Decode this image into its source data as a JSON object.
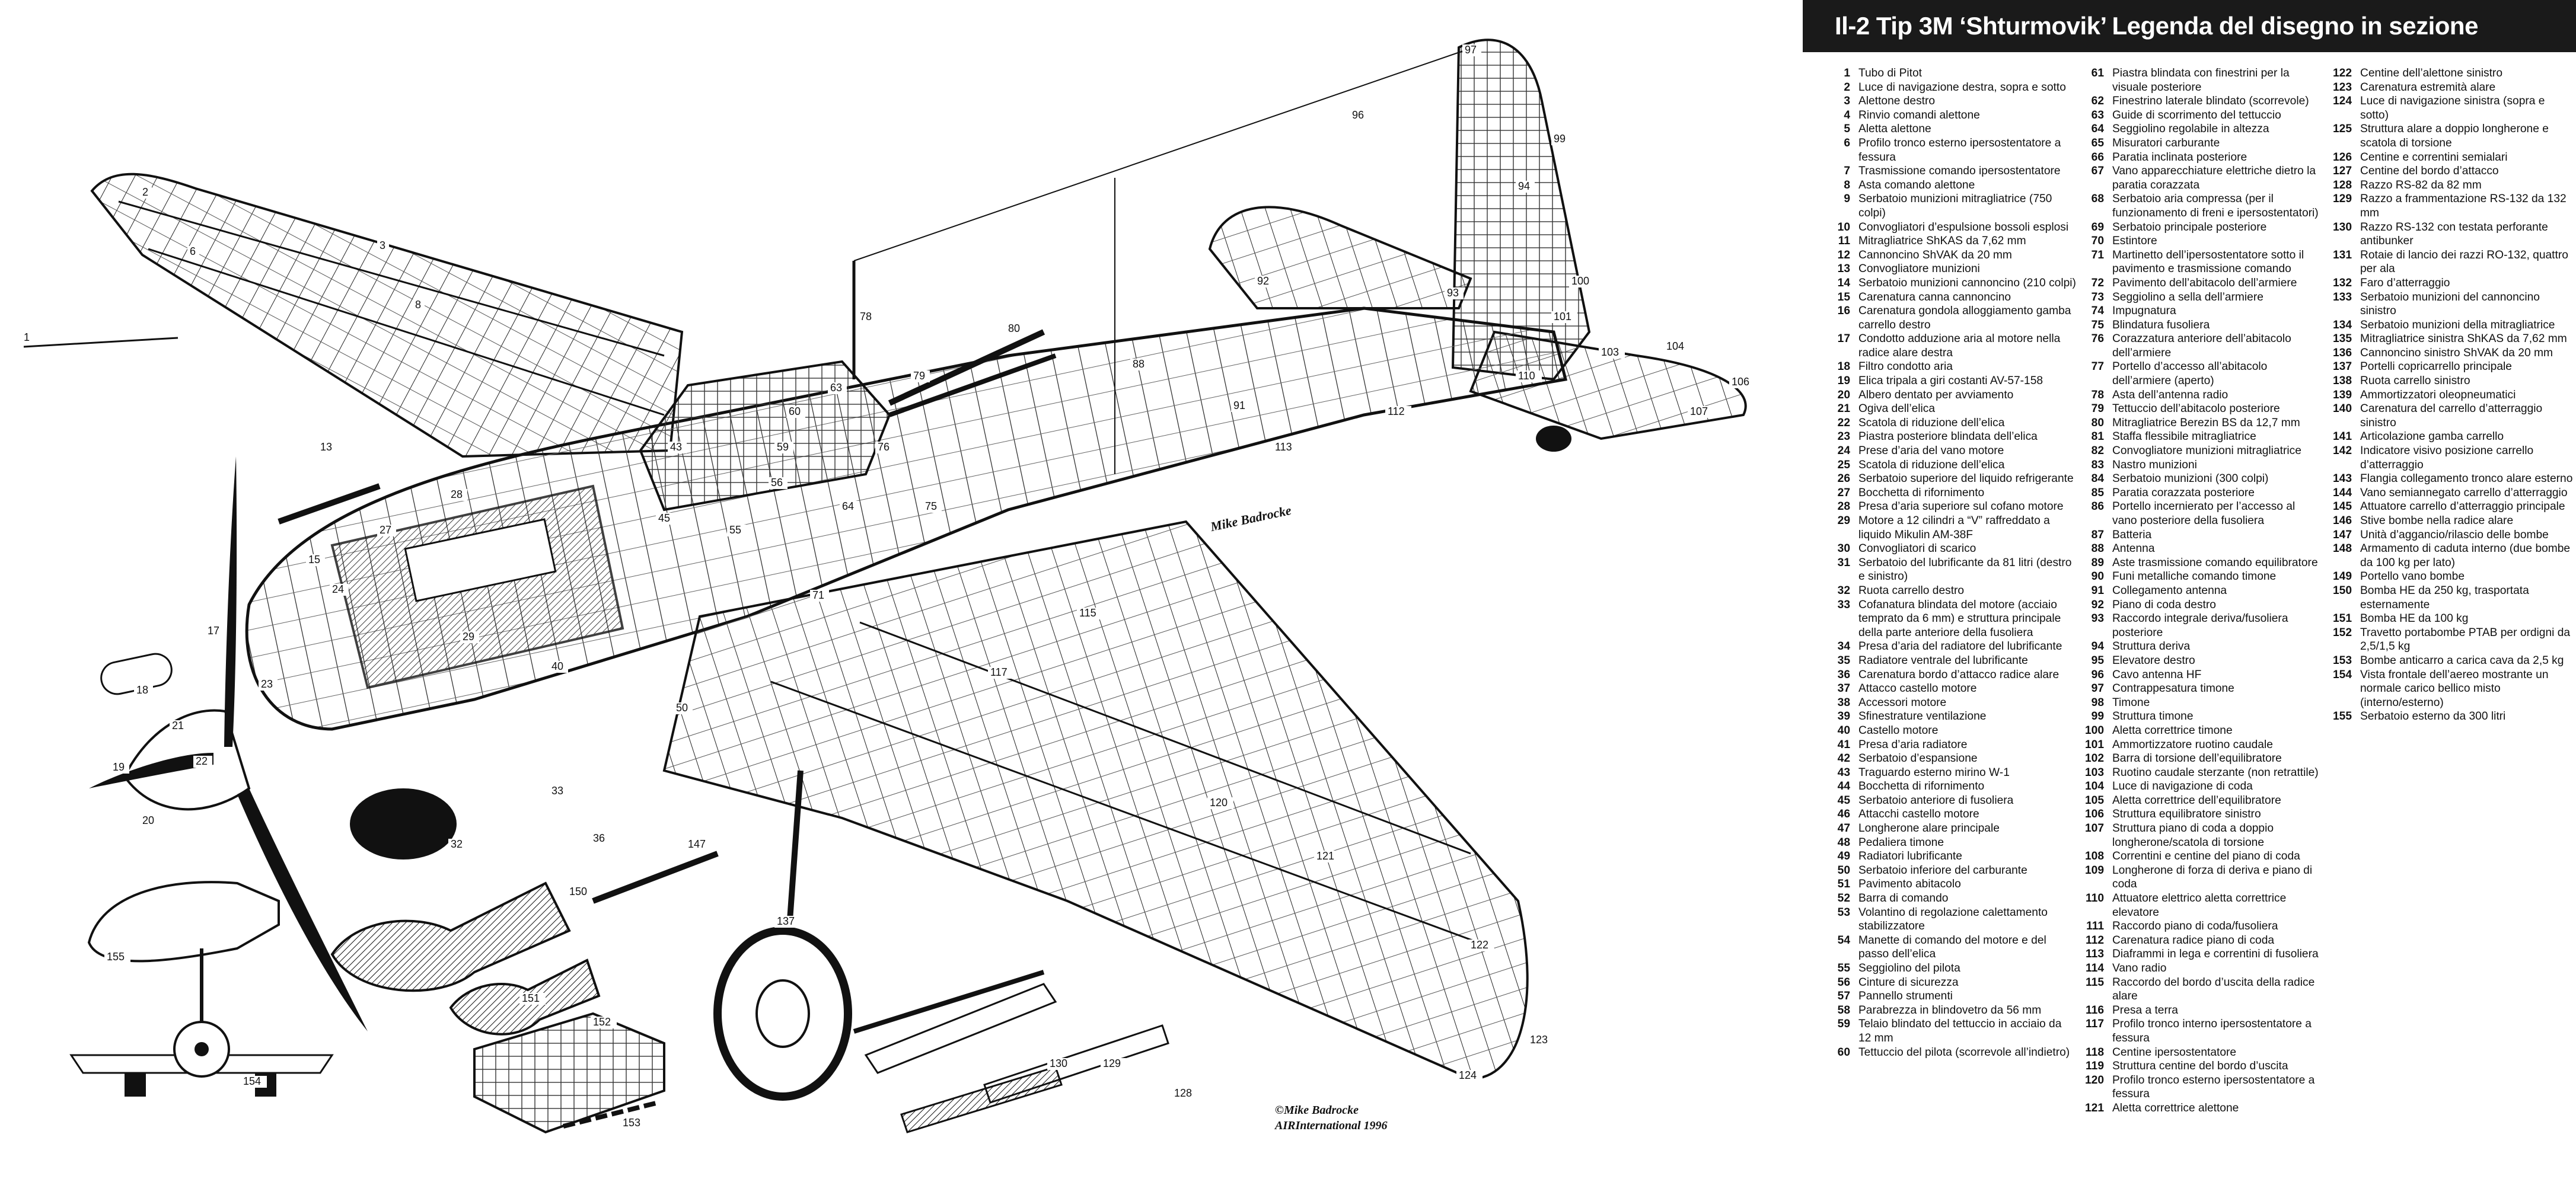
{
  "legend": {
    "title": "Il-2 Tip 3M ‘Shturmovik’ Legenda del disegno in sezione",
    "columns": [
      [
        {
          "n": "1",
          "t": "Tubo di Pitot"
        },
        {
          "n": "2",
          "t": "Luce di navigazione destra, sopra e sotto"
        },
        {
          "n": "3",
          "t": "Alettone destro"
        },
        {
          "n": "4",
          "t": "Rinvio comandi alettone"
        },
        {
          "n": "5",
          "t": "Aletta alettone"
        },
        {
          "n": "6",
          "t": "Profilo tronco esterno ipersostentatore a fessura"
        },
        {
          "n": "7",
          "t": "Trasmissione comando ipersostentatore"
        },
        {
          "n": "8",
          "t": "Asta comando alettone"
        },
        {
          "n": "9",
          "t": "Serbatoio munizioni mitragliatrice (750 colpi)"
        },
        {
          "n": "10",
          "t": "Convogliatori d’espulsione bossoli esplosi"
        },
        {
          "n": "11",
          "t": "Mitragliatrice ShKAS da 7,62 mm"
        },
        {
          "n": "12",
          "t": "Cannoncino ShVAK da 20 mm"
        },
        {
          "n": "13",
          "t": "Convogliatore munizioni"
        },
        {
          "n": "14",
          "t": "Serbatoio munizioni cannoncino (210 colpi)"
        },
        {
          "n": "15",
          "t": "Carenatura canna cannoncino"
        },
        {
          "n": "16",
          "t": "Carenatura gondola alloggiamento gamba carrello destro"
        },
        {
          "n": "17",
          "t": "Condotto adduzione aria al motore nella radice alare destra"
        },
        {
          "n": "18",
          "t": "Filtro condotto aria"
        },
        {
          "n": "19",
          "t": "Elica tripala a giri costanti AV-57-158"
        },
        {
          "n": "20",
          "t": "Albero dentato per avviamento"
        },
        {
          "n": "21",
          "t": "Ogiva dell’elica"
        },
        {
          "n": "22",
          "t": "Scatola di riduzione dell’elica"
        },
        {
          "n": "23",
          "t": "Piastra posteriore blindata dell’elica"
        },
        {
          "n": "24",
          "t": "Prese d’aria del vano motore"
        },
        {
          "n": "25",
          "t": "Scatola di riduzione dell’elica"
        },
        {
          "n": "26",
          "t": "Serbatoio superiore del liquido refrigerante"
        },
        {
          "n": "27",
          "t": "Bocchetta di rifornimento"
        },
        {
          "n": "28",
          "t": "Presa d’aria superiore sul cofano motore"
        },
        {
          "n": "29",
          "t": "Motore a 12 cilindri a “V” raffreddato a liquido Mikulin AM-38F"
        },
        {
          "n": "30",
          "t": "Convogliatori di scarico"
        },
        {
          "n": "31",
          "t": "Serbatoio del lubrificante da 81 litri (destro e sinistro)"
        },
        {
          "n": "32",
          "t": "Ruota carrello destro"
        },
        {
          "n": "33",
          "t": "Cofanatura blindata del motore (acciaio temprato da 6 mm) e struttura principale della parte anteriore della fusoliera"
        },
        {
          "n": "34",
          "t": "Presa d’aria del radiatore del lubrificante"
        },
        {
          "n": "35",
          "t": "Radiatore ventrale del lubrificante"
        },
        {
          "n": "36",
          "t": "Carenatura bordo d’attacco radice alare"
        },
        {
          "n": "37",
          "t": "Attacco castello motore"
        },
        {
          "n": "38",
          "t": "Accessori motore"
        },
        {
          "n": "39",
          "t": "Sfinestrature ventilazione"
        },
        {
          "n": "40",
          "t": "Castello motore"
        },
        {
          "n": "41",
          "t": "Presa d’aria radiatore"
        },
        {
          "n": "42",
          "t": "Serbatoio d’espansione"
        },
        {
          "n": "43",
          "t": "Traguardo esterno mirino W-1"
        },
        {
          "n": "44",
          "t": "Bocchetta di rifornimento"
        },
        {
          "n": "45",
          "t": "Serbatoio anteriore di fusoliera"
        },
        {
          "n": "46",
          "t": "Attacchi castello motore"
        },
        {
          "n": "47",
          "t": "Longherone alare principale"
        },
        {
          "n": "48",
          "t": "Pedaliera timone"
        },
        {
          "n": "49",
          "t": "Radiatori lubrificante"
        },
        {
          "n": "50",
          "t": "Serbatoio inferiore del carburante"
        },
        {
          "n": "51",
          "t": "Pavimento abitacolo"
        },
        {
          "n": "52",
          "t": "Barra di comando"
        },
        {
          "n": "53",
          "t": "Volantino di regolazione calettamento stabilizzatore"
        },
        {
          "n": "54",
          "t": "Manette di comando del motore e del passo dell’elica"
        },
        {
          "n": "55",
          "t": "Seggiolino del pilota"
        },
        {
          "n": "56",
          "t": "Cinture di sicurezza"
        },
        {
          "n": "57",
          "t": "Pannello strumenti"
        },
        {
          "n": "58",
          "t": "Parabrezza in blindovetro da 56 mm"
        },
        {
          "n": "59",
          "t": "Telaio blindato del tettuccio in acciaio da 12 mm"
        },
        {
          "n": "60",
          "t": "Tettuccio del pilota (scorrevole all’indietro)"
        }
      ],
      [
        {
          "n": "61",
          "t": "Piastra blindata con finestrini per la visuale posteriore"
        },
        {
          "n": "62",
          "t": "Finestrino laterale blindato (scorrevole)"
        },
        {
          "n": "63",
          "t": "Guide di scorrimento del tettuccio"
        },
        {
          "n": "64",
          "t": "Seggiolino regolabile in altezza"
        },
        {
          "n": "65",
          "t": "Misuratori carburante"
        },
        {
          "n": "66",
          "t": "Paratia inclinata posteriore"
        },
        {
          "n": "67",
          "t": "Vano apparecchiature elettriche dietro la paratia corazzata"
        },
        {
          "n": "68",
          "t": "Serbatoio aria compressa (per il funzionamento di freni e ipersostentatori)"
        },
        {
          "n": "69",
          "t": "Serbatoio principale posteriore"
        },
        {
          "n": "70",
          "t": "Estintore"
        },
        {
          "n": "71",
          "t": "Martinetto dell’ipersostentatore sotto il pavimento e trasmissione comando"
        },
        {
          "n": "72",
          "t": "Pavimento dell’abitacolo dell’armiere"
        },
        {
          "n": "73",
          "t": "Seggiolino a sella dell’armiere"
        },
        {
          "n": "74",
          "t": "Impugnatura"
        },
        {
          "n": "75",
          "t": "Blindatura fusoliera"
        },
        {
          "n": "76",
          "t": "Corazzatura anteriore dell’abitacolo dell’armiere"
        },
        {
          "n": "77",
          "t": "Portello d’accesso all’abitacolo dell’armiere (aperto)"
        },
        {
          "n": "78",
          "t": "Asta dell’antenna radio"
        },
        {
          "n": "79",
          "t": "Tettuccio dell’abitacolo posteriore"
        },
        {
          "n": "80",
          "t": "Mitragliatrice Berezin BS da 12,7 mm"
        },
        {
          "n": "81",
          "t": "Staffa flessibile mitragliatrice"
        },
        {
          "n": "82",
          "t": "Convogliatore munizioni mitragliatrice"
        },
        {
          "n": "83",
          "t": "Nastro munizioni"
        },
        {
          "n": "84",
          "t": "Serbatoio munizioni (300 colpi)"
        },
        {
          "n": "85",
          "t": "Paratia corazzata posteriore"
        },
        {
          "n": "86",
          "t": "Portello incernierato per l’accesso al vano posteriore della fusoliera"
        },
        {
          "n": "87",
          "t": "Batteria"
        },
        {
          "n": "88",
          "t": "Antenna"
        },
        {
          "n": "89",
          "t": "Aste trasmissione comando equilibratore"
        },
        {
          "n": "90",
          "t": "Funi metalliche comando timone"
        },
        {
          "n": "91",
          "t": "Collegamento antenna"
        },
        {
          "n": "92",
          "t": "Piano di coda destro"
        },
        {
          "n": "93",
          "t": "Raccordo integrale deriva/fusoliera posteriore"
        },
        {
          "n": "94",
          "t": "Struttura deriva"
        },
        {
          "n": "95",
          "t": "Elevatore destro"
        },
        {
          "n": "96",
          "t": "Cavo antenna HF"
        },
        {
          "n": "97",
          "t": "Contrappesatura timone"
        },
        {
          "n": "98",
          "t": "Timone"
        },
        {
          "n": "99",
          "t": "Struttura timone"
        },
        {
          "n": "100",
          "t": "Aletta correttrice timone"
        },
        {
          "n": "101",
          "t": "Ammortizzatore ruotino caudale"
        },
        {
          "n": "102",
          "t": "Barra di torsione dell’equilibratore"
        },
        {
          "n": "103",
          "t": "Ruotino caudale sterzante (non retrattile)"
        },
        {
          "n": "104",
          "t": "Luce di navigazione di coda"
        },
        {
          "n": "105",
          "t": "Aletta correttrice dell’equilibratore"
        },
        {
          "n": "106",
          "t": "Struttura equilibratore sinistro"
        },
        {
          "n": "107",
          "t": "Struttura piano di coda a doppio longherone/scatola di torsione"
        },
        {
          "n": "108",
          "t": "Correntini e centine del piano di coda"
        },
        {
          "n": "109",
          "t": "Longherone di forza di deriva e piano di coda"
        },
        {
          "n": "110",
          "t": "Attuatore elettrico aletta correttrice elevatore"
        },
        {
          "n": "111",
          "t": "Raccordo piano di coda/fusoliera"
        },
        {
          "n": "112",
          "t": "Carenatura radice piano di coda"
        },
        {
          "n": "113",
          "t": "Diaframmi in lega e correntini di fusoliera"
        },
        {
          "n": "114",
          "t": "Vano radio"
        },
        {
          "n": "115",
          "t": "Raccordo del bordo d’uscita della radice alare"
        },
        {
          "n": "116",
          "t": "Presa a terra"
        },
        {
          "n": "117",
          "t": "Profilo tronco interno ipersostentatore a fessura"
        },
        {
          "n": "118",
          "t": "Centine ipersostentatore"
        },
        {
          "n": "119",
          "t": "Struttura centine del bordo d’uscita"
        },
        {
          "n": "120",
          "t": "Profilo tronco esterno ipersostentatore a fessura"
        },
        {
          "n": "121",
          "t": "Aletta correttrice alettone"
        }
      ],
      [
        {
          "n": "122",
          "t": "Centine dell’alettone sinistro"
        },
        {
          "n": "123",
          "t": "Carenatura estremità alare"
        },
        {
          "n": "124",
          "t": "Luce di navigazione sinistra (sopra e sotto)"
        },
        {
          "n": "125",
          "t": "Struttura alare a doppio longherone e scatola di torsione"
        },
        {
          "n": "126",
          "t": "Centine e correntini semialari"
        },
        {
          "n": "127",
          "t": "Centine del bordo d’attacco"
        },
        {
          "n": "128",
          "t": "Razzo RS-82 da 82 mm"
        },
        {
          "n": "129",
          "t": "Razzo a frammentazione RS-132 da 132 mm"
        },
        {
          "n": "130",
          "t": "Razzo RS-132 con testata perforante antibunker"
        },
        {
          "n": "131",
          "t": "Rotaie di lancio dei razzi RO-132, quattro per ala"
        },
        {
          "n": "132",
          "t": "Faro d’atterraggio"
        },
        {
          "n": "133",
          "t": "Serbatoio munizioni del cannoncino sinistro"
        },
        {
          "n": "134",
          "t": "Serbatoio munizioni della mitragliatrice"
        },
        {
          "n": "135",
          "t": "Mitragliatrice sinistra ShKAS da 7,62 mm"
        },
        {
          "n": "136",
          "t": "Cannoncino sinistro ShVAK da 20 mm"
        },
        {
          "n": "137",
          "t": "Portelli copricarrello principale"
        },
        {
          "n": "138",
          "t": "Ruota carrello sinistro"
        },
        {
          "n": "139",
          "t": "Ammortizzatori oleopneumatici"
        },
        {
          "n": "140",
          "t": "Carenatura del carrello d’atterraggio sinistro"
        },
        {
          "n": "141",
          "t": "Articolazione gamba carrello"
        },
        {
          "n": "142",
          "t": "Indicatore visivo posizione carrello d’atterraggio"
        },
        {
          "n": "143",
          "t": "Flangia collegamento tronco alare esterno"
        },
        {
          "n": "144",
          "t": "Vano semiannegato carrello d’atterraggio"
        },
        {
          "n": "145",
          "t": "Attuatore carrello d’atterraggio principale"
        },
        {
          "n": "146",
          "t": "Stive bombe nella radice alare"
        },
        {
          "n": "147",
          "t": "Unità d’aggancio/rilascio delle bombe"
        },
        {
          "n": "148",
          "t": "Armamento di caduta interno (due bombe da 100 kg per lato)"
        },
        {
          "n": "149",
          "t": "Portello vano bombe"
        },
        {
          "n": "150",
          "t": "Bomba HE da 250 kg, trasportata esternamente"
        },
        {
          "n": "151",
          "t": "Bomba HE da 100 kg"
        },
        {
          "n": "152",
          "t": "Travetto portabombe PTAB per ordigni da 2,5/1,5 kg"
        },
        {
          "n": "153",
          "t": "Bombe anticarro a carica cava da 2,5 kg"
        },
        {
          "n": "154",
          "t": "Vista frontale dell’aereo mostrante un normale carico bellico misto (interno/esterno)"
        },
        {
          "n": "155",
          "t": "Serbatoio esterno da 300 litri"
        }
      ]
    ]
  },
  "drawing": {
    "signature": "Mike Badrocke",
    "credit_line1": "©Mike Badrocke",
    "credit_line2": "AIRInternational 1996",
    "callouts": [
      "1",
      "2",
      "3",
      "6",
      "8",
      "13",
      "15",
      "17",
      "18",
      "19",
      "20",
      "21",
      "22",
      "23",
      "24",
      "27",
      "28",
      "29",
      "32",
      "33",
      "36",
      "40",
      "43",
      "45",
      "50",
      "55",
      "56",
      "59",
      "60",
      "63",
      "64",
      "71",
      "75",
      "76",
      "78",
      "79",
      "80",
      "88",
      "91",
      "92",
      "93",
      "94",
      "96",
      "97",
      "99",
      "100",
      "101",
      "103",
      "104",
      "106",
      "107",
      "110",
      "112",
      "113",
      "115",
      "117",
      "120",
      "121",
      "122",
      "123",
      "124",
      "128",
      "129",
      "130",
      "137",
      "147",
      "150",
      "151",
      "152",
      "153",
      "154",
      "155"
    ]
  }
}
